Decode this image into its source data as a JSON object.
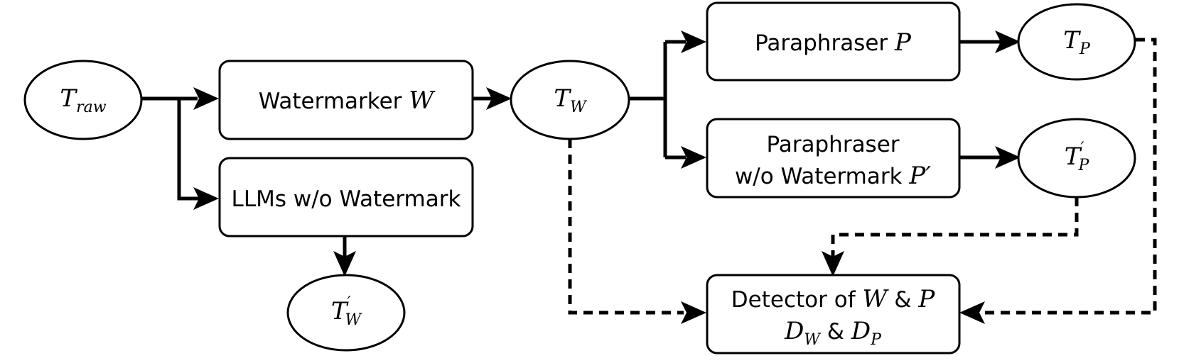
{
  "nodes": {
    "t_raw": {
      "main": "T",
      "sub": "raw"
    },
    "watermarker": {
      "label": "Watermarker ",
      "symbol": "W"
    },
    "t_w": {
      "main": "T",
      "sub": "W"
    },
    "llms_no_watermark": {
      "label": "LLMs w/o Watermark"
    },
    "t_w_prime": {
      "main": "T",
      "prime": "′",
      "sub": "W"
    },
    "paraphraser": {
      "label": "Paraphraser ",
      "symbol": "P"
    },
    "t_p": {
      "main": "T",
      "sub": "P"
    },
    "paraphraser_no_watermark": {
      "line1": "Paraphraser",
      "line2": "w/o Watermark ",
      "symbol": "P′"
    },
    "t_p_prime": {
      "main": "T",
      "prime": "′",
      "sub": "P"
    },
    "detector": {
      "line1_text": "Detector of ",
      "line1_sym1": "W",
      "line1_amp": " & ",
      "line1_sym2": "P",
      "d_w_main": "D",
      "d_w_sub": "W",
      "amp": " & ",
      "d_p_main": "D",
      "d_p_sub": "P"
    }
  }
}
